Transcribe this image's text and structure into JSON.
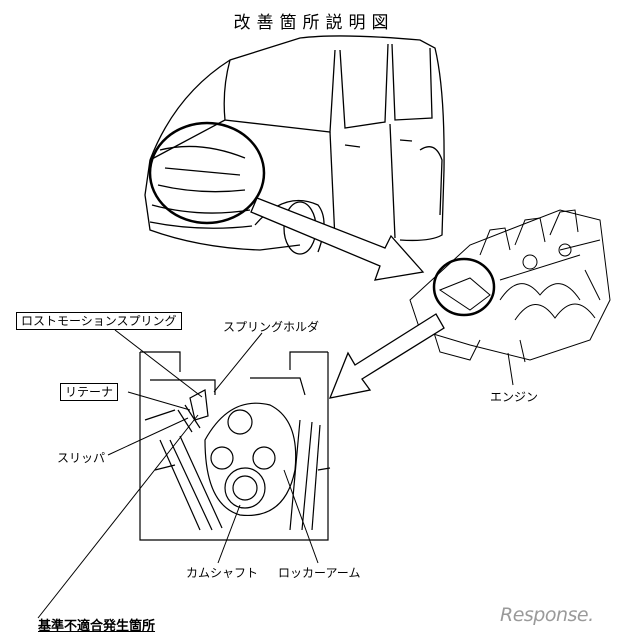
{
  "title": "改善箇所説明図",
  "labels": {
    "lost_motion_spring": "ロストモーションスプリング",
    "spring_holder": "スプリングホルダ",
    "retainer": "リテーナ",
    "slipper": "スリッパ",
    "engine": "エンジン",
    "camshaft": "カムシャフト",
    "rocker_arm": "ロッカーアーム",
    "nonconformity_location": "基準不適合発生箇所"
  },
  "watermark": "Response."
}
